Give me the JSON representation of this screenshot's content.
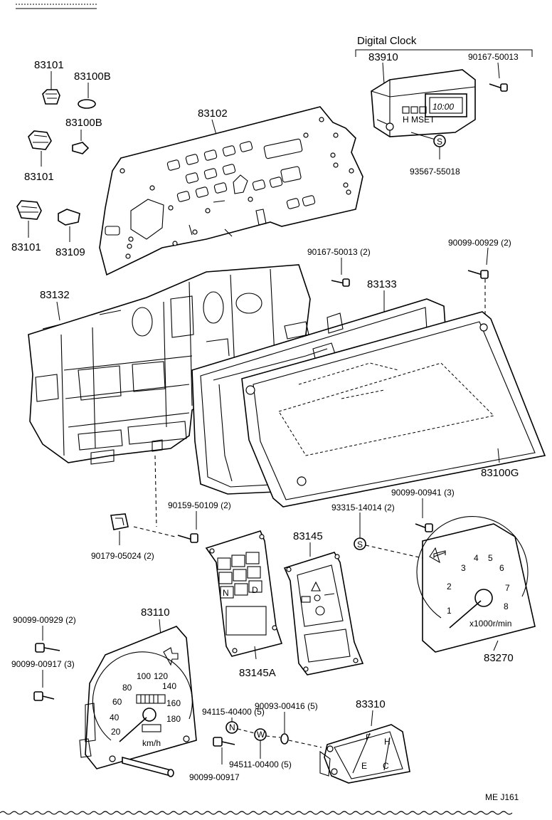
{
  "labels": {
    "digital_clock_title": "Digital Clock",
    "p83910": "83910",
    "p90167_50013": "90167-50013",
    "p93567_55018": "93567-55018",
    "p83101_a": "83101",
    "p83100b_a": "83100B",
    "p83100b_b": "83100B",
    "p83101_b": "83101",
    "p83101_c": "83101",
    "p83109": "83109",
    "p83102": "83102",
    "p90167_50013_2": "90167-50013 (2)",
    "p90099_00929_2_top": "90099-00929 (2)",
    "p83132": "83132",
    "p83133": "83133",
    "p83100g": "83100G",
    "p90099_00941_3": "90099-00941 (3)",
    "p93315_14014_2": "93315-14014 (2)",
    "p90159_50109_2": "90159-50109 (2)",
    "p90179_05024_2": "90179-05024 (2)",
    "p83145": "83145",
    "p83145a": "83145A",
    "p83270": "83270",
    "p83110": "83110",
    "p90099_00929_2_left": "90099-00929 (2)",
    "p90099_00917_3": "90099-00917 (3)",
    "p94115_40400_5": "94115-40400 (5)",
    "p90093_00416_5": "90093-00416 (5)",
    "p83310": "83310",
    "p94511_00400_5": "94511-00400 (5)",
    "p90099_00917": "90099-00917",
    "page_code": "ME J161"
  },
  "symbols": {
    "s": "S",
    "n": "N",
    "w": "W"
  },
  "clock_display": "10:00",
  "clock_buttons": [
    "H",
    "M",
    "SET"
  ],
  "speedometer": {
    "scale": [
      "20",
      "40",
      "60",
      "80",
      "100",
      "120",
      "140",
      "160",
      "180"
    ],
    "unit": "km/h"
  },
  "tachometer": {
    "scale": [
      "1",
      "2",
      "3",
      "4",
      "5",
      "6",
      "7",
      "8"
    ],
    "unit": "x1000r/min"
  },
  "fuel_gauge": {
    "marks": [
      "F",
      "E"
    ],
    "temp_marks": [
      "H",
      "C"
    ]
  },
  "indicator_letters": [
    "N",
    "D"
  ]
}
